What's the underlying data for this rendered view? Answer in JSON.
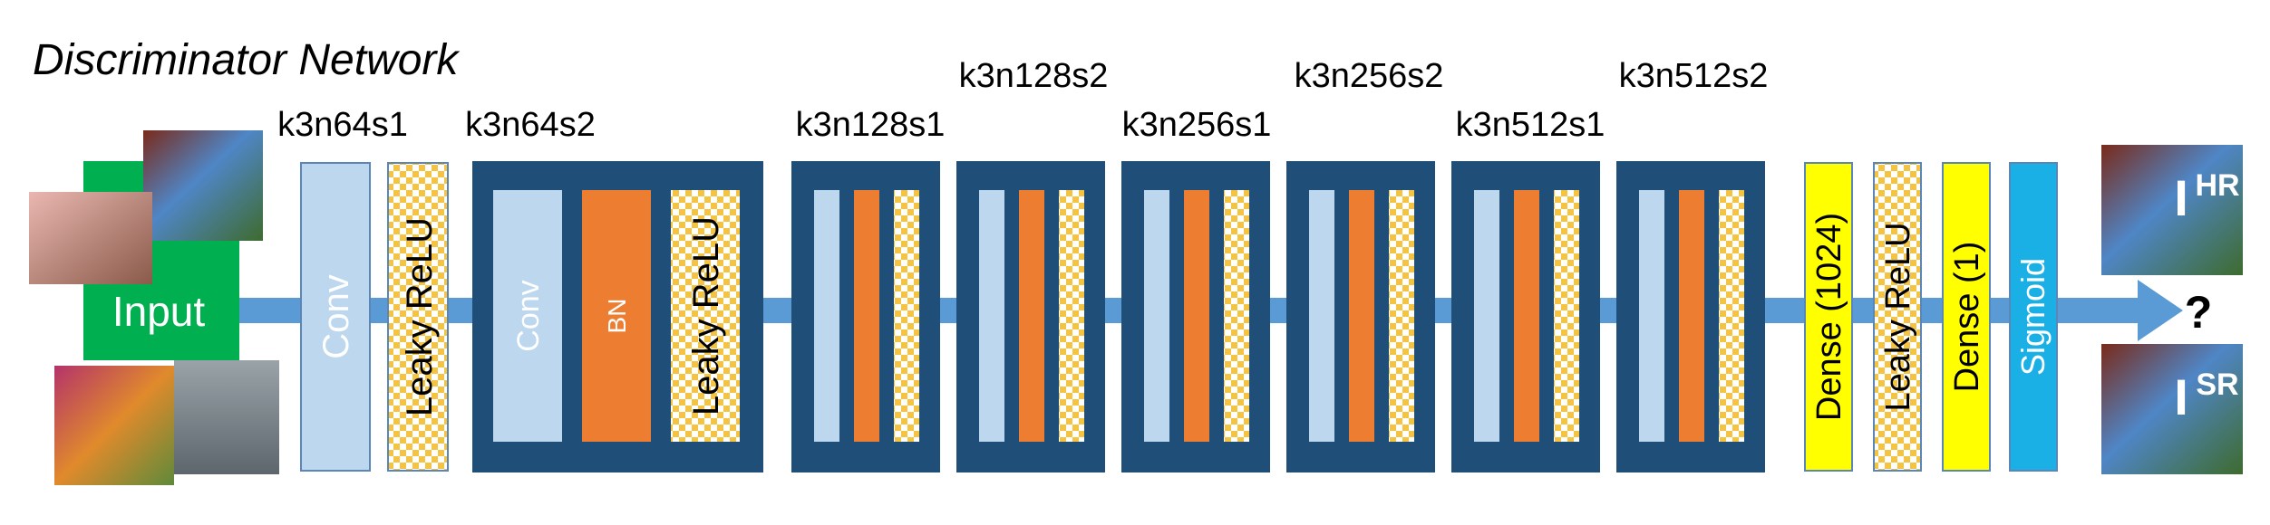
{
  "title": "Discriminator Network",
  "input_label": "Input",
  "question_mark": "?",
  "blocks": [
    {
      "type": "conv",
      "label": "Conv"
    },
    {
      "type": "lrelu",
      "label": "Leaky ReLU"
    },
    {
      "type": "group",
      "labels": [
        "Conv",
        "BN",
        "Leaky ReLU"
      ]
    },
    {
      "type": "group_small"
    },
    {
      "type": "group_small"
    },
    {
      "type": "group_small"
    },
    {
      "type": "group_small"
    },
    {
      "type": "group_small"
    },
    {
      "type": "group_small"
    },
    {
      "type": "dense",
      "label": "Dense (1024)"
    },
    {
      "type": "lrelu",
      "label": "Leaky ReLU"
    },
    {
      "type": "dense",
      "label": "Dense (1)"
    },
    {
      "type": "sigmoid",
      "label": "Sigmoid"
    }
  ],
  "kernel_labels": [
    "k3n64s1",
    "k3n64s2",
    "k3n128s1",
    "k3n128s2",
    "k3n256s1",
    "k3n256s2",
    "k3n512s1",
    "k3n512s2"
  ],
  "outputs": [
    {
      "letter": "I",
      "superscript": "HR"
    },
    {
      "letter": "I",
      "superscript": "SR"
    }
  ],
  "colors": {
    "conv": "#bdd7ee",
    "bn": "#ed7d31",
    "group": "#1f4e79",
    "dense": "#ffff00",
    "sigmoid": "#1ab0e6",
    "input": "#00b050",
    "arrow": "#5b9bd5",
    "checker": "#f5c342"
  }
}
